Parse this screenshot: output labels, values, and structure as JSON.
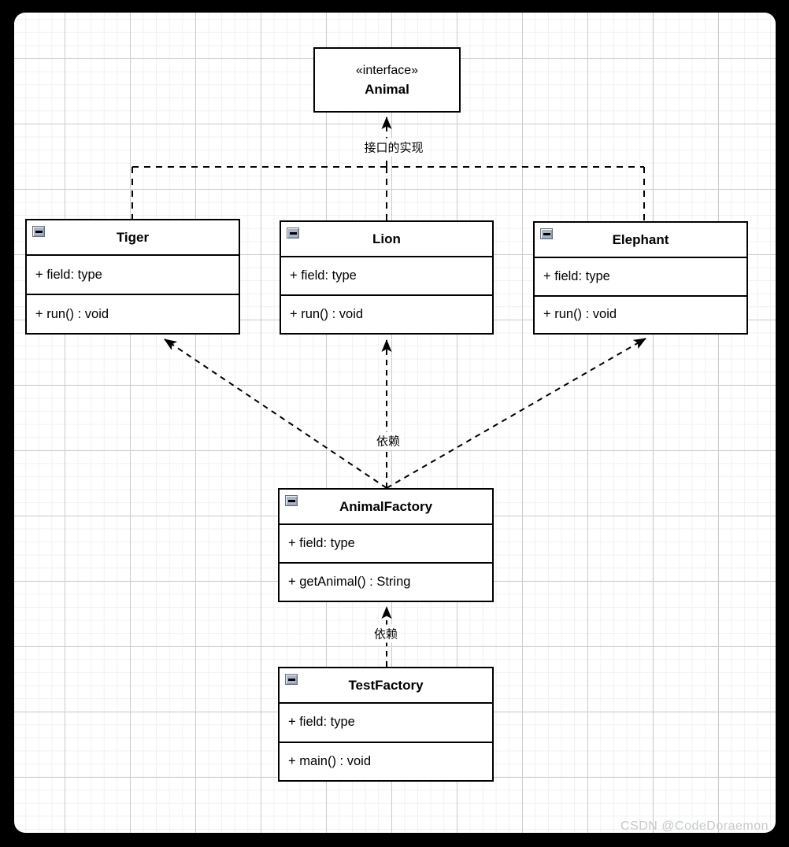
{
  "diagram": {
    "interface": {
      "stereotype": "«interface»",
      "name": "Animal"
    },
    "classes": [
      {
        "id": "tiger",
        "name": "Tiger",
        "field": "+ field: type",
        "method": "+ run() : void"
      },
      {
        "id": "lion",
        "name": "Lion",
        "field": "+ field: type",
        "method": "+ run() : void"
      },
      {
        "id": "elephant",
        "name": "Elephant",
        "field": "+ field: type",
        "method": "+ run() : void"
      },
      {
        "id": "animal-factory",
        "name": "AnimalFactory",
        "field": "+ field: type",
        "method": "+ getAnimal() : String"
      },
      {
        "id": "test-factory",
        "name": "TestFactory",
        "field": "+ field: type",
        "method": "+ main() : void"
      }
    ],
    "edge_labels": {
      "realization": "接口的实现",
      "dependency_factory": "依赖",
      "dependency_test": "依赖"
    },
    "icons": {
      "collapse": "minus-icon"
    },
    "colors": {
      "line": "#000000",
      "box_background": "#ffffff",
      "grid_minor": "#f1f1f1",
      "grid_major": "#cccccc",
      "frame": "#000000",
      "collapse_icon_bg": "#a9b6c9"
    }
  },
  "watermark": "CSDN @CodeDoraemon"
}
